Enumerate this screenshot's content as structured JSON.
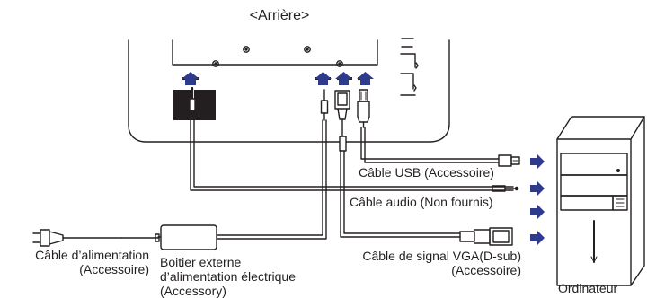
{
  "title": "<Arrière>",
  "labels": {
    "usb_cable": "Câble USB (Accessoire)",
    "audio_cable": "Câble audio (Non fournis)",
    "power_cable_line1": "Câble d’alimentation",
    "power_cable_line2": "(Accessoire)",
    "adapter_line1": "Boitier externe",
    "adapter_line2": "d’alimentation électrique",
    "adapter_line3": "(Accessory)",
    "vga_line1": "Câble de signal VGA(D-sub)",
    "vga_line2": "(Accessoire)",
    "computer": "Ordinateur"
  },
  "colors": {
    "line": "#231f20",
    "arrow": "#2e3a8c",
    "background": "#ffffff"
  }
}
